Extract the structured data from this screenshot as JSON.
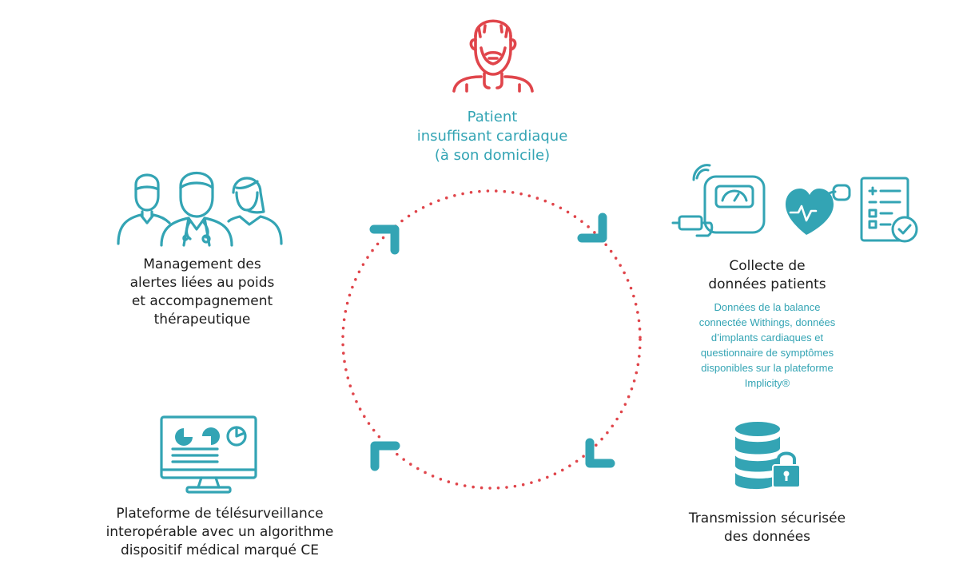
{
  "colors": {
    "teal": "#33a4b4",
    "red": "#e0454b",
    "dark": "#1e1e1e"
  },
  "patient": {
    "icon": "patient-elderly-man-icon",
    "lines": [
      "Patient",
      "insuffisant cardiaque",
      "(à son domicile)"
    ]
  },
  "management": {
    "icon": "medical-team-icon",
    "lines": [
      "Management des",
      "alertes liées au poids",
      "et accompagnement",
      "thérapeutique"
    ]
  },
  "collecte": {
    "icons": [
      "connected-scale-icon",
      "cardiac-implant-icon",
      "questionnaire-checklist-icon"
    ],
    "title_lines": [
      "Collecte de",
      "données patients"
    ],
    "desc_lines": [
      "Données de la balance",
      "connectée Withings, données",
      "d’implants cardiaques et",
      "questionnaire de symptômes",
      "disponibles sur la plateforme",
      "Implicity®"
    ]
  },
  "plateforme": {
    "icon": "monitor-dashboard-icon",
    "lines": [
      "Plateforme de télésurveillance",
      "interopérable avec un algorithme",
      "dispositif médical marqué CE"
    ]
  },
  "transmission": {
    "icon": "secure-database-lock-icon",
    "lines": [
      "Transmission sécurisée",
      "des données"
    ]
  },
  "cycle": {
    "icon": "dotted-cycle-circle-icon",
    "arrow_icon": "cycle-arrow-icon"
  }
}
